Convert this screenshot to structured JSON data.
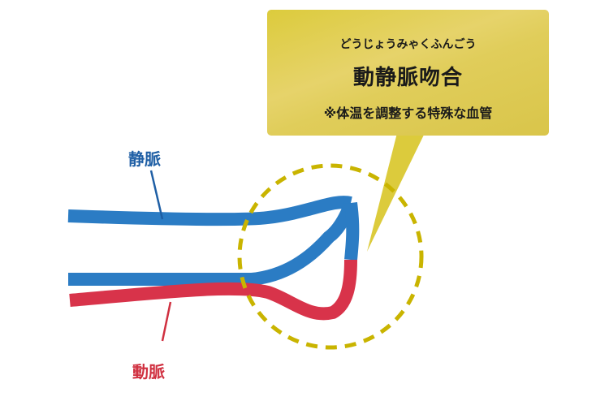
{
  "callout": {
    "reading": "どうじょうみゃくふんごう",
    "title": "動静脈吻合",
    "note": "※体温を調整する特殊な血管"
  },
  "labels": {
    "vein": "静脈",
    "artery": "動脈"
  },
  "colors": {
    "vein": "#2b7cc4",
    "artery": "#d8334a",
    "vein_label": "#1f5fa5",
    "artery_label": "#d03040",
    "highlight": "#c9b400"
  }
}
